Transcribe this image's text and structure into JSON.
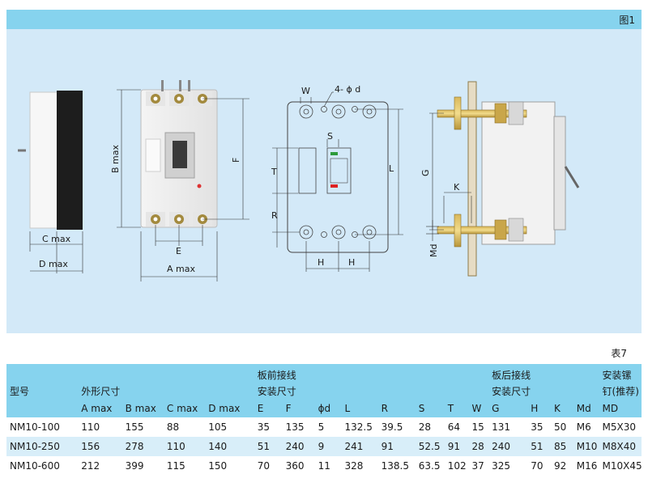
{
  "figure": {
    "label": "图1",
    "dims": {
      "w": "W",
      "phi_d": "4- ϕ d",
      "s": "S",
      "t": "T",
      "r": "R",
      "l": "L",
      "h1": "H",
      "h2": "H",
      "b_max": "B max",
      "f": "F",
      "e": "E",
      "a_max": "A max",
      "c_max": "C max",
      "d_max": "D max",
      "g": "G",
      "k": "K",
      "md": "Md"
    }
  },
  "table": {
    "caption": "表7",
    "header": {
      "model": "型号",
      "outline_dims": "外形尺寸",
      "front_wiring_1": "板前接线",
      "front_wiring_2": "安装尺寸",
      "rear_wiring_1": "板后接线",
      "rear_wiring_2": "安装尺寸",
      "screw_1": "安装镙",
      "screw_2": "钉(推荐)",
      "columns": [
        "A  max",
        "B  max",
        "C  max",
        "D  max",
        "E",
        "F",
        "ϕd",
        "L",
        "R",
        "S",
        "T",
        "W",
        "G",
        "H",
        "K",
        "Md",
        "MD"
      ]
    },
    "rows": [
      [
        "NM10-100",
        "110",
        "155",
        "88",
        "105",
        "35",
        "135",
        "5",
        "132.5",
        "39.5",
        "28",
        "64",
        "15",
        "131",
        "35",
        "50",
        "M6",
        "M5X30"
      ],
      [
        "NM10-250",
        "156",
        "278",
        "110",
        "140",
        "51",
        "240",
        "9",
        "241",
        "91",
        "52.5",
        "91",
        "28",
        "240",
        "51",
        "85",
        "M10",
        "M8X40"
      ],
      [
        "NM10-600",
        "212",
        "399",
        "115",
        "150",
        "70",
        "360",
        "11",
        "328",
        "138.5",
        "63.5",
        "102",
        "37",
        "325",
        "70",
        "92",
        "M16",
        "M10X45"
      ]
    ]
  }
}
